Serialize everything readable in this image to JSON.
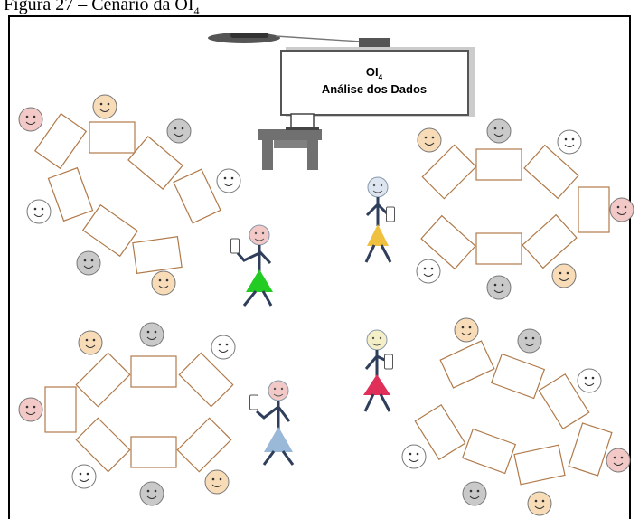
{
  "figure": {
    "caption_prefix": "Figura 27 – Cenário da OI",
    "caption_sub": "4"
  },
  "whiteboard": {
    "line1_main": "OI",
    "line1_sub": "4",
    "line2": "Análise dos Dados"
  },
  "colors": {
    "frame": "#000000",
    "desk_stroke": "#b07a4a",
    "face_pink": "#f2c9c6",
    "face_peach": "#f8dcb8",
    "face_gray": "#c9c9c9",
    "face_white": "#ffffff",
    "furniture": "#707070",
    "dress_green": "#22cc22",
    "dress_yellow": "#f0c040",
    "dress_red": "#e0305a",
    "dress_blue": "#9ab8d8"
  }
}
